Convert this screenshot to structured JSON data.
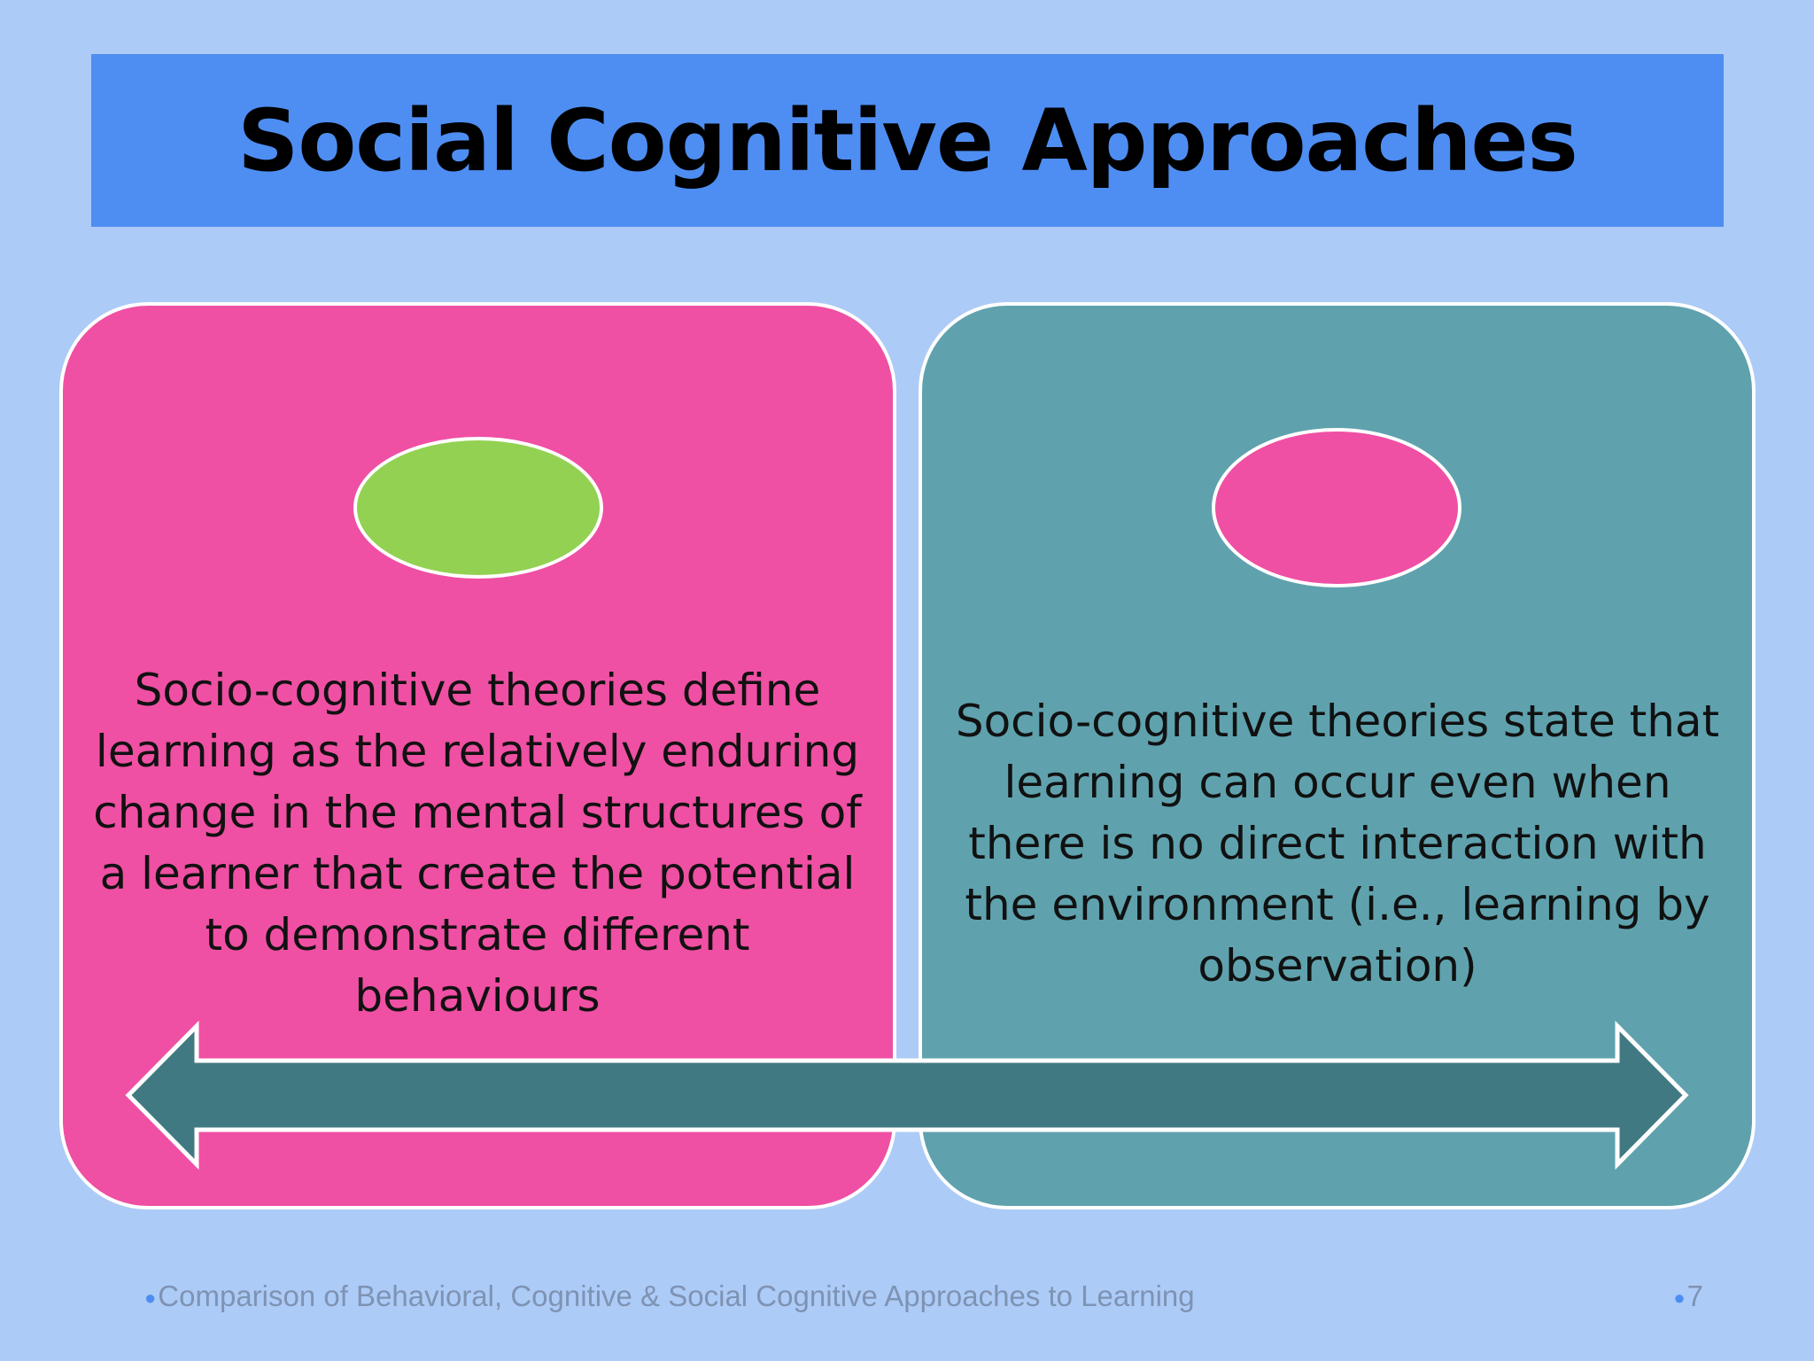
{
  "slide": {
    "title": "Social Cognitive Approaches",
    "left_panel": {
      "text": "Socio-cognitive theories define learning as the relatively enduring change in the mental structures of a learner that create the potential to demonstrate different behaviours"
    },
    "right_panel": {
      "text": "Socio-cognitive theories state that learning can occur even when there is no direct interaction with the environment (i.e., learning by observation)"
    },
    "footer": {
      "bullet": "●",
      "text": "Comparison of Behavioral, Cognitive & Social Cognitive Approaches to Learning",
      "page_number": "7"
    }
  },
  "colors": {
    "background": "#adcbf7",
    "title_bar": "#4e8ef2",
    "left_panel": "#ef50a3",
    "right_panel": "#5fa2ae",
    "left_oval": "#93d152",
    "right_oval": "#ef50a3",
    "arrow": "#417982"
  },
  "icons": {
    "arrow": "double-headed-arrow-icon"
  }
}
